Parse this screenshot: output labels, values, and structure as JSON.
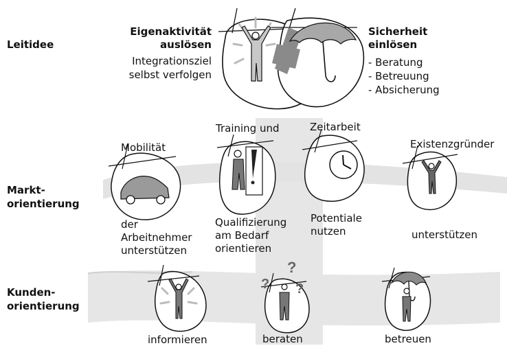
{
  "rows": {
    "leitidee": "Leitidee",
    "markt_1": "Markt-",
    "markt_2": "orientierung",
    "kunden_1": "Kunden-",
    "kunden_2": "orientierung"
  },
  "leitidee": {
    "left_title_1": "Eigenaktivität",
    "left_title_2": "auslösen",
    "left_sub_1": "Integrationsziel",
    "left_sub_2": "selbst verfolgen",
    "right_title_1": "Sicherheit",
    "right_title_2": "einlösen",
    "right_items": [
      "- Beratung",
      "- Betreuung",
      "- Absicherung"
    ]
  },
  "markt": {
    "mobilitaet": "Mobilität",
    "training": "Training und",
    "zeitarbeit": "Zeitarbeit",
    "existenz": "Existenzgründer",
    "below_1": [
      "der",
      "Arbeitnehmer",
      "unterstützen"
    ],
    "below_2": [
      "Qualifizierung",
      "am Bedarf",
      "orientieren"
    ],
    "below_3": [
      "Potentiale",
      "nutzen"
    ],
    "below_4": "unterstützen"
  },
  "kunden": {
    "informieren": "informieren",
    "beraten": "beraten",
    "betreuen": "betreuen"
  }
}
